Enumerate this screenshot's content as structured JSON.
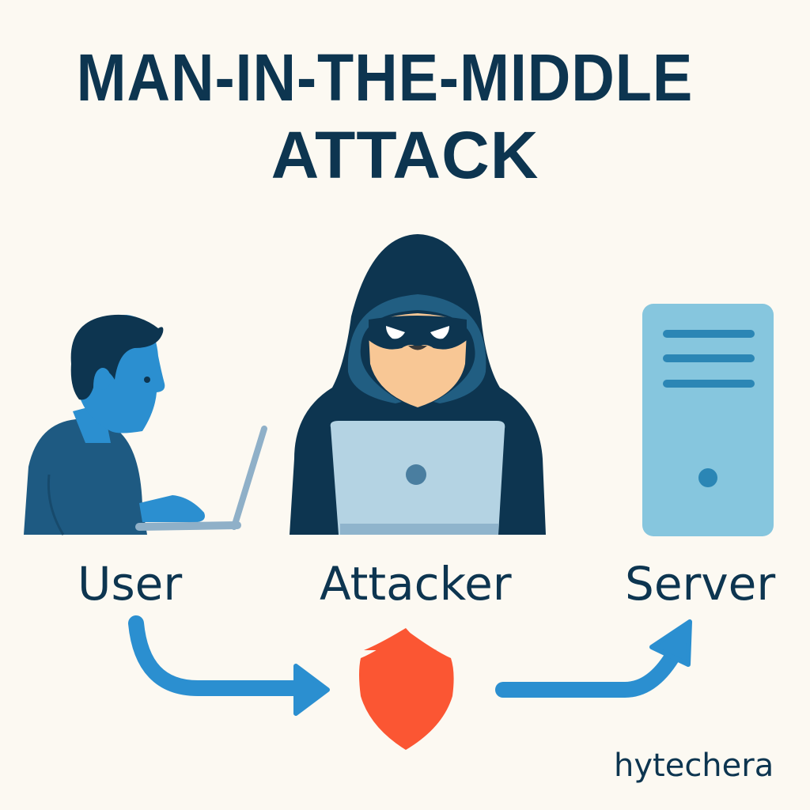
{
  "title": {
    "line1": "MAN-IN-THE-MIDDLE",
    "line2": "ATTACK"
  },
  "actors": [
    {
      "id": "user",
      "label": "User",
      "icon": "person-at-laptop-icon"
    },
    {
      "id": "attacker",
      "label": "Attacker",
      "icon": "hooded-hacker-icon"
    },
    {
      "id": "server",
      "label": "Server",
      "icon": "server-tower-icon"
    }
  ],
  "flow": {
    "arrows": [
      "user-to-attacker-arrow",
      "attacker-to-server-arrow"
    ],
    "center_icon": "shield-icon"
  },
  "brand": "hytechera",
  "colors": {
    "background": "#fcf9f2",
    "navy": "#0d3550",
    "blue": "#2b8fd0",
    "server": "#86c6de",
    "shield": "#fb5633",
    "laptop": "#b4d3e3",
    "skin": "#f8c795"
  }
}
